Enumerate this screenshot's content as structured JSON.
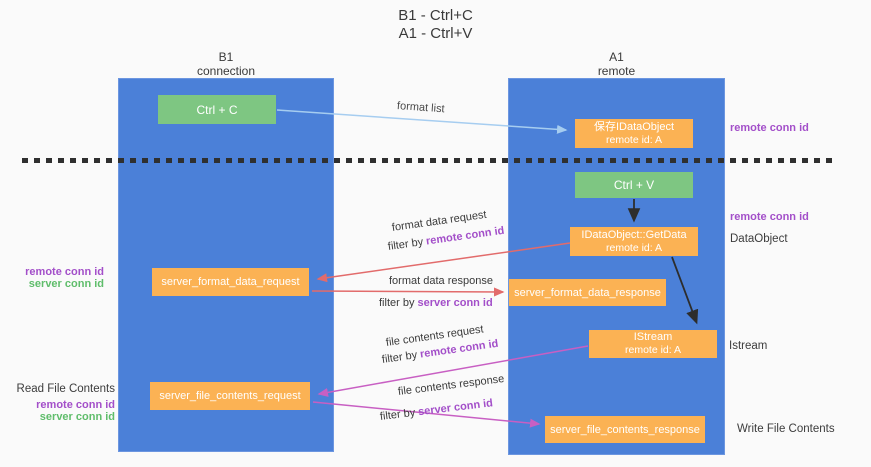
{
  "title": {
    "line1": "B1 - Ctrl+C",
    "line2": "A1 - Ctrl+V"
  },
  "lanes": {
    "b1": {
      "name": "B1",
      "subtitle": "connection"
    },
    "a1": {
      "name": "A1",
      "subtitle": "remote"
    }
  },
  "nodes": {
    "ctrl_c": {
      "label": "Ctrl + C"
    },
    "ctrl_v": {
      "label": "Ctrl + V"
    },
    "save_idataobject": {
      "line1": "保存IDataObject",
      "line2": "remote id: A"
    },
    "getdata": {
      "line1": "IDataObject::GetData",
      "line2": "remote id: A"
    },
    "istream": {
      "line1": "IStream",
      "line2": "remote id: A"
    },
    "server_format_data_request": {
      "label": "server_format_data_request"
    },
    "server_format_data_response": {
      "label": "server_format_data_response"
    },
    "server_file_contents_request": {
      "label": "server_file_contents_request"
    },
    "server_file_contents_response": {
      "label": "server_file_contents_response"
    }
  },
  "edge_labels": {
    "format_list": "format list",
    "format_data_request": "format data request",
    "format_data_response": "format data response",
    "file_contents_request": "file contents request",
    "file_contents_response": "file contents response",
    "filter_by": "filter by ",
    "remote_conn_id": "remote conn id",
    "server_conn_id": "server conn id"
  },
  "annotations": {
    "top_right_conn": "remote conn id",
    "mid_right_conn": "remote conn id",
    "data_object": "DataObject",
    "istream": "Istream",
    "write_file_contents": "Write File Contents",
    "read_file_contents": "Read File Contents",
    "left_mid_remote": "remote conn id",
    "left_mid_server": "server conn id",
    "left_bottom_remote": "remote conn id",
    "left_bottom_server": "server conn id"
  },
  "colors": {
    "lane_blue": "#4b80d8",
    "node_green": "#7ec682",
    "node_orange": "#fbb254",
    "arrow_red": "#e26b6b",
    "arrow_magenta": "#c85fc3",
    "arrow_lightblue": "#a6cdf0",
    "arrow_black": "#2d2d2d",
    "text_purple": "#a34fc9",
    "text_green": "#5fbd6b"
  }
}
